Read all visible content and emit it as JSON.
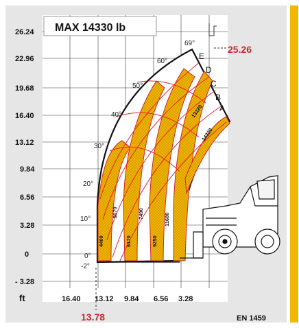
{
  "title": "MAX 14330 lb",
  "unit": "ft",
  "standard": "EN 1459",
  "max_height": "25.26",
  "max_reach": "13.78",
  "y_ticks": [
    "26.24",
    "22.96",
    "19.68",
    "16.40",
    "13.12",
    "9.84",
    "6.56",
    "3.28",
    "0",
    "- 3.28"
  ],
  "x_ticks": [
    "16.40",
    "13.12",
    "9.84",
    "6.56",
    "3.28"
  ],
  "angles": [
    "69°",
    "60°",
    "50°",
    "40°",
    "30°",
    "20°",
    "10°",
    "0°",
    "-2°"
  ],
  "curve_labels": [
    "E",
    "D",
    "C",
    "B",
    "A"
  ],
  "loads": [
    "14330",
    "13220",
    "4400",
    "5070",
    "6170",
    "7490",
    "9250",
    "11680"
  ],
  "colors": {
    "zone": "#f0b400",
    "curve": "#e3262e",
    "boom": "#111111",
    "accent": "#d0242b",
    "side_bar": "#f2b701"
  }
}
